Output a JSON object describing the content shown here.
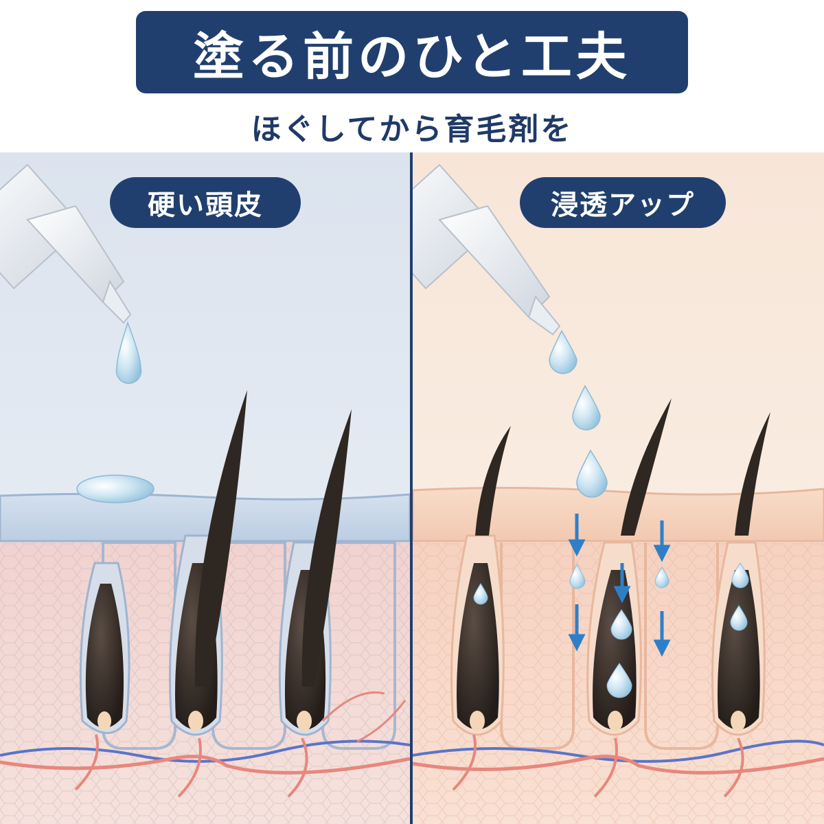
{
  "header": {
    "title": "塗る前のひと工夫",
    "subtitle": "ほぐしてから育毛剤を"
  },
  "panels": {
    "left": {
      "label": "硬い頭皮"
    },
    "right": {
      "label": "浸透アップ"
    }
  },
  "colors": {
    "banner": "#213f6e",
    "left_bg": "#dfe6ef",
    "right_bg": "#f8e9dc",
    "hair": "#2e2722",
    "arrow": "#2f7fc8",
    "vein": "#5a74c9",
    "artery": "#e7877d"
  }
}
